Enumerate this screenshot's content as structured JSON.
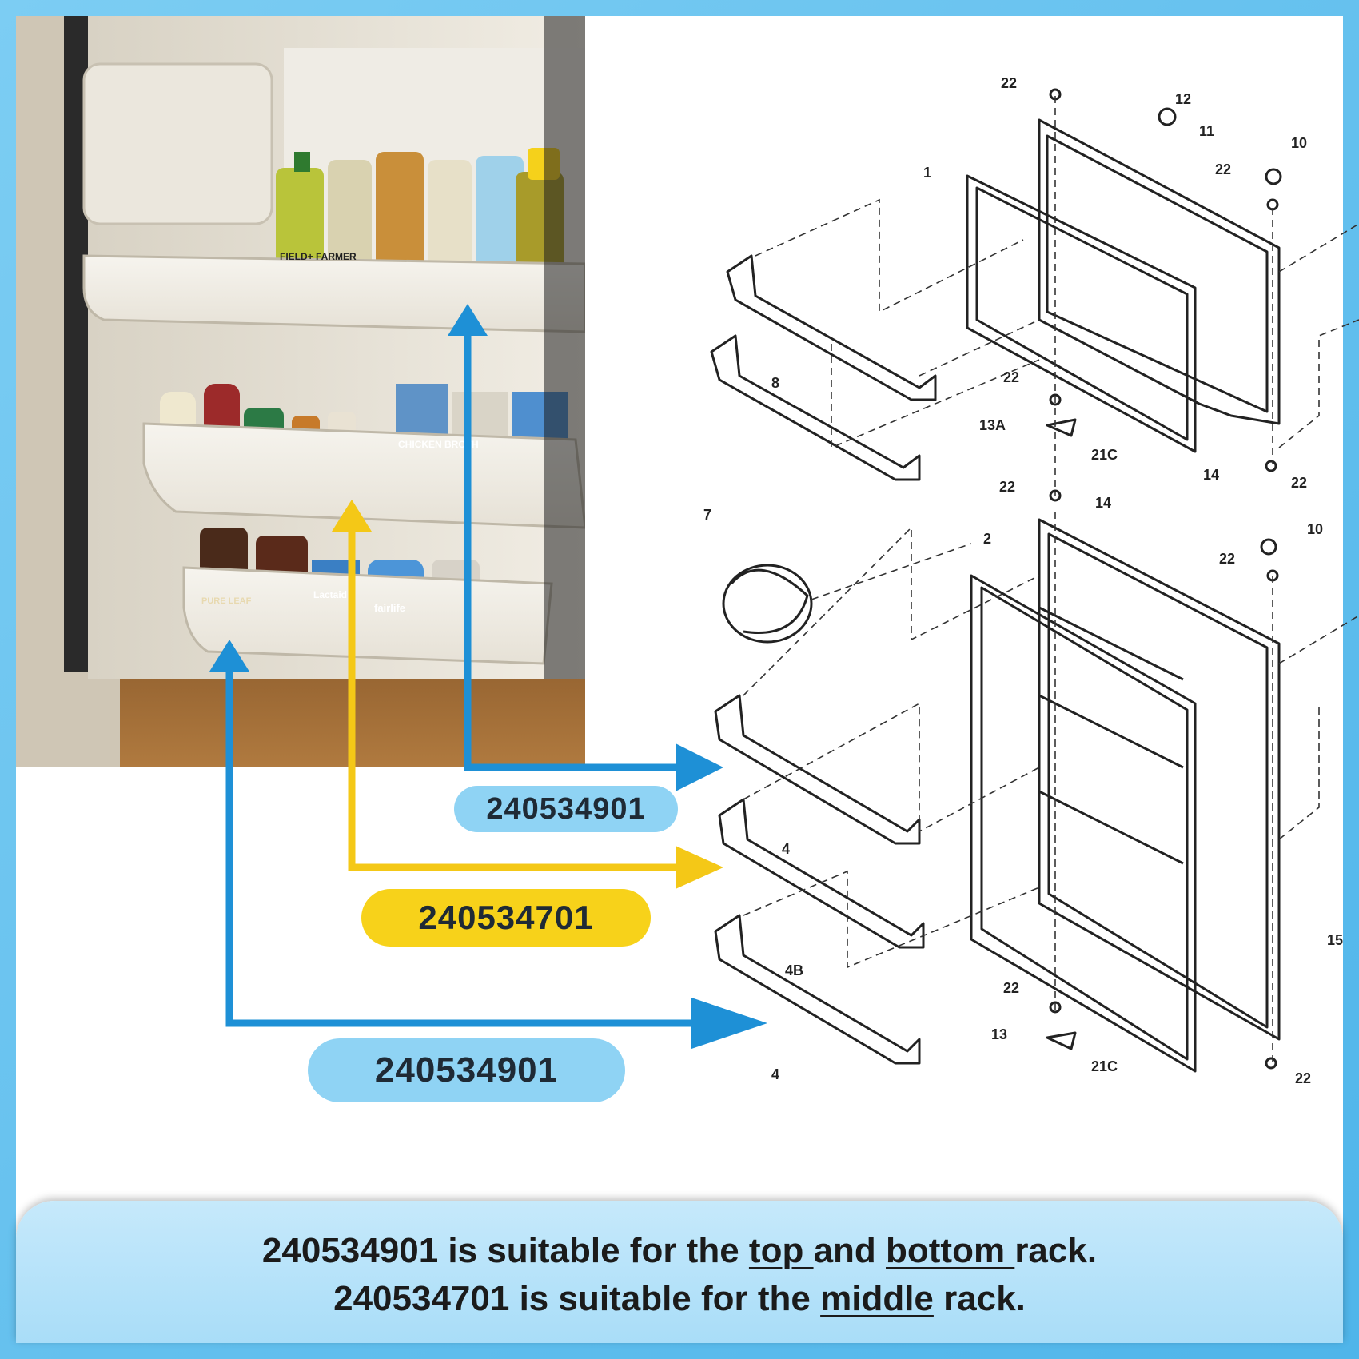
{
  "labels": {
    "top_part": "240534901",
    "middle_part": "240534701",
    "bottom_part": "240534901"
  },
  "caption": {
    "line1": {
      "part": "240534901",
      "before_top": " is suitable for the ",
      "top": "top ",
      "and": "and ",
      "bottom": "bottom ",
      "end": "rack."
    },
    "line2": {
      "part": "240534701",
      "before_middle": " is suitable for the ",
      "middle": "middle",
      "end": " rack."
    }
  },
  "diagram_callouts": [
    "22",
    "12",
    "11",
    "10",
    "22",
    "1",
    "8",
    "22",
    "13A",
    "21C",
    "22",
    "14",
    "14",
    "22",
    "7",
    "2",
    "10",
    "22",
    "4",
    "4B",
    "4",
    "22",
    "13",
    "21C",
    "22",
    "15"
  ],
  "photo_text": {
    "field_farmer": "FIELD+ FARMER",
    "chicken_broth": "CHICKEN BROTH",
    "lactaid": "Lactaid",
    "fairlife": "fairlife",
    "pure_leaf": "PURE LEAF"
  },
  "colors": {
    "frame": "#5bbbed",
    "blue_arrow": "#1e90d6",
    "yellow_arrow": "#f4c817",
    "blue_pill": "#8fd3f4",
    "yellow_pill": "#f7d21a",
    "caption_bg": "#b6e2f9"
  }
}
